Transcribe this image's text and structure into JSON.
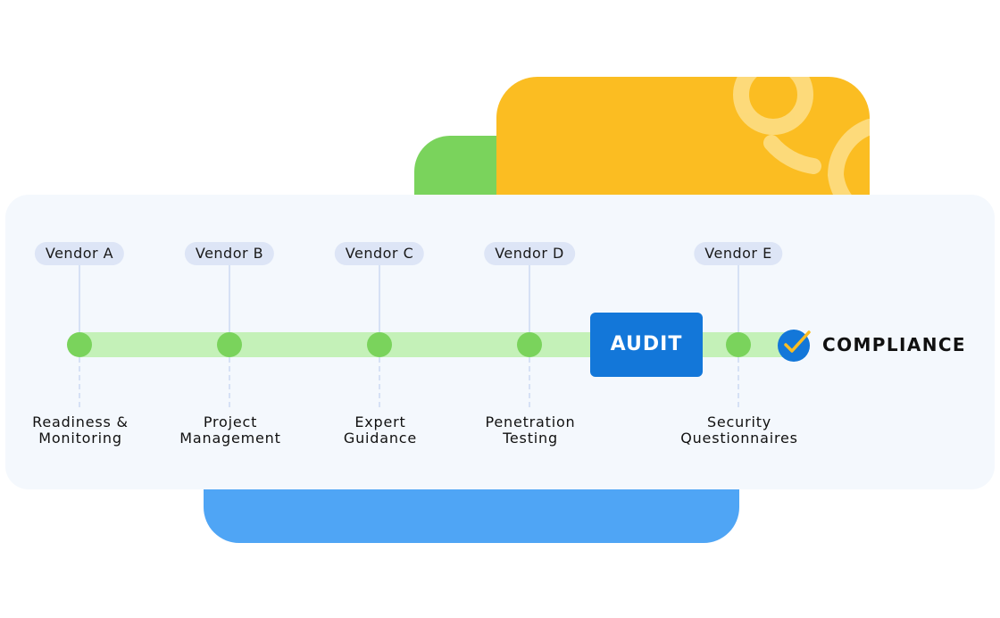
{
  "vendors": [
    {
      "label": "Vendor A",
      "step_line1": "Readiness &",
      "step_line2": "Monitoring"
    },
    {
      "label": "Vendor B",
      "step_line1": "Project",
      "step_line2": "Management"
    },
    {
      "label": "Vendor C",
      "step_line1": "Expert",
      "step_line2": "Guidance"
    },
    {
      "label": "Vendor D",
      "step_line1": "Penetration",
      "step_line2": "Testing"
    },
    {
      "label": "Vendor E",
      "step_line1": "Security",
      "step_line2": "Questionnaires"
    }
  ],
  "audit_label": "AUDIT",
  "compliance_label": "COMPLIANCE",
  "colors": {
    "green_accent": "#7ad35c",
    "yellow_accent": "#fbbd22",
    "blue_accent": "#4fa5f5",
    "audit_blue": "#1377d9",
    "track_green": "#c4f1b8"
  },
  "icons": {
    "compliance": "check-badge-icon"
  }
}
